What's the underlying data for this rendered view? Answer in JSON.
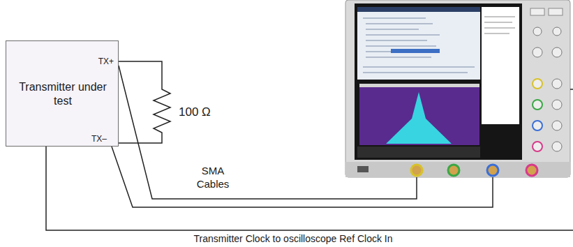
{
  "diagram": {
    "nodes": [
      {
        "text": [
          "Transmitter under test",
          "TX+",
          "TX–"
        ]
      }
    ],
    "labels": [
      "100 Ω",
      "SMA Cables",
      "Transmitter Clock to oscilloscope Ref Clock In"
    ]
  }
}
